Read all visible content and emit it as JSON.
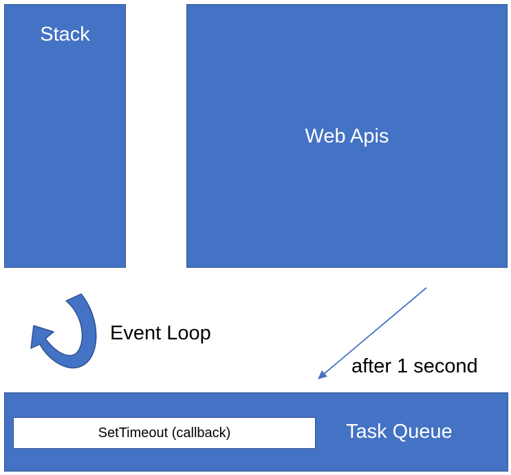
{
  "stack": {
    "label": "Stack"
  },
  "web_apis": {
    "label": "Web Apis"
  },
  "task_queue": {
    "label": "Task Queue",
    "items": [
      "SetTimeout (callback)"
    ]
  },
  "event_loop": {
    "label": "Event Loop"
  },
  "transfer": {
    "label": "after 1 second"
  },
  "colors": {
    "box_fill": "#4472C4",
    "box_border": "#2F528F",
    "arrow": "#4472C4"
  }
}
